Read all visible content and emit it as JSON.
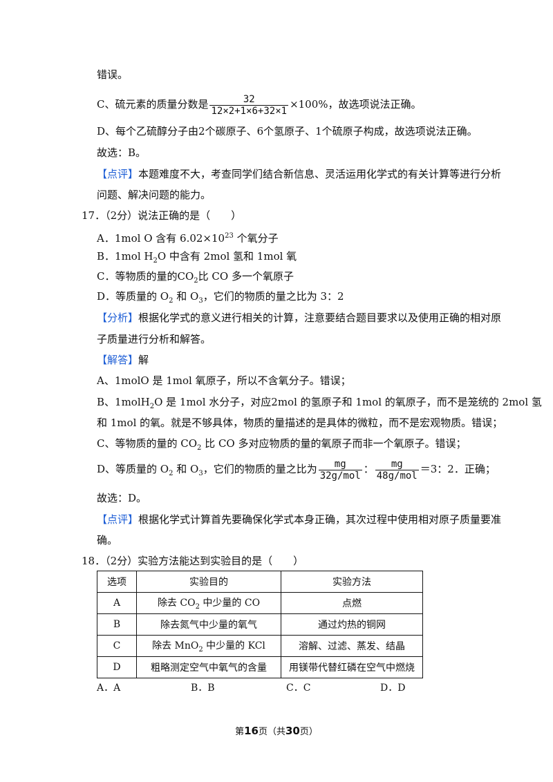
{
  "lines": {
    "l1": "错误。",
    "l2_pre": "C、硫元素的质量分数是",
    "l2_num": "32",
    "l2_den": "12×2+1×6+32×1",
    "l2_post": "×100%，故选项说法正确。",
    "l3": "D、每个乙硫醇分子由2个碳原子、6个氢原子、1个硫原子构成，故选项说法正确。",
    "l4": "故选：B。",
    "l5_tag": "【点评】",
    "l5": "本题难度不大，考查同学们结合新信息、灵活运用化学式的有关计算等进行分析",
    "l6": "问题、解决问题的能力。"
  },
  "q17": {
    "stem": "17．（2分）说法正确的是（　　）",
    "optA_pre": "A．1mol  O  含有  6.02×10",
    "optA_sup": "23",
    "optA_post": "  个氧分子",
    "optB_pre": "B．1mol  H",
    "optB_sub": "2",
    "optB_post": "O  中含有  2mol  氢和  1mol  氧",
    "optC_pre": "C．等物质的量的CO",
    "optC_sub": "2",
    "optC_post": "比  CO  多一个氧原子",
    "optD_pre": "D．等质量的 O",
    "optD_sub1": "2",
    "optD_mid": " 和 O",
    "optD_sub2": "3",
    "optD_post": "，它们的物质的量之比为  3：2",
    "analysis_tag": "【分析】",
    "analysis1": "根据化学式的意义进行相关的计算，注意要结合题目要求以及使用正确的相对原",
    "analysis2": "子质量进行分析和解答。",
    "answer_tag": "【解答】",
    "answer_head": "解",
    "a1": "A、1molO 是 1mol 氧原子，所以不含氧分子。错误；",
    "b1_pre": "B、1molH",
    "b1_sub": "2",
    "b1_post": "O 是 1mol 水分子，对应2mol 的氢原子和 1mol 的氧原子，而不是笼统的 2mol 氢",
    "b2": "和 1mol  的氧。就是不够具体，物质的量描述的是具体的微粒，而不是宏观物质。错误；",
    "c1_pre": "C、等物质的量的 CO",
    "c1_sub": "2",
    "c1_post": " 比 CO 多对应物质的量的氧原子而非一个氧原子。错误；",
    "d1_pre": "D、等质量的 O",
    "d1_sub1": "2",
    "d1_mid": " 和 O",
    "d1_sub2": "3",
    "d1_mid2": "，它们的物质的量之比为",
    "frac1_num": "mg",
    "frac1_den": "32g/mol",
    "colon": "：",
    "frac2_num": "mg",
    "frac2_den": "48g/mol",
    "d1_post": "＝3：2．正确；",
    "choose": "故选：D。",
    "comment_tag": "【点评】",
    "comment1": "根据化学式计算首先要确保化学式本身正确，其次过程中使用相对原子质量要准",
    "comment2": "确。"
  },
  "q18": {
    "stem": "18．（2分）实验方法能达到实验目的是（　　）",
    "header": [
      "选项",
      "实验目的",
      "实验方法"
    ],
    "rows": [
      {
        "opt": "A",
        "purpose_pre": "除去  CO",
        "purpose_sub": "2",
        "purpose_post": "  中少量的  CO",
        "method": "点燃"
      },
      {
        "opt": "B",
        "purpose_pre": "除去氮气中少量的氧气",
        "purpose_sub": "",
        "purpose_post": "",
        "method": "通过灼热的铜网"
      },
      {
        "opt": "C",
        "purpose_pre": "除去  MnO",
        "purpose_sub": "2",
        "purpose_post": "  中少量的  KCl",
        "method": "溶解、过滤、蒸发、结晶"
      },
      {
        "opt": "D",
        "purpose_pre": "粗略测定空气中氧气的含量",
        "purpose_sub": "",
        "purpose_post": "",
        "method": "用镁带代替红磷在空气中燃烧"
      }
    ],
    "options": [
      "A．A",
      "B．B",
      "C．C",
      "D．D"
    ]
  },
  "footer": {
    "pre": "第",
    "page": "16",
    "mid": "页（共",
    "total": "30",
    "post": "页）"
  }
}
